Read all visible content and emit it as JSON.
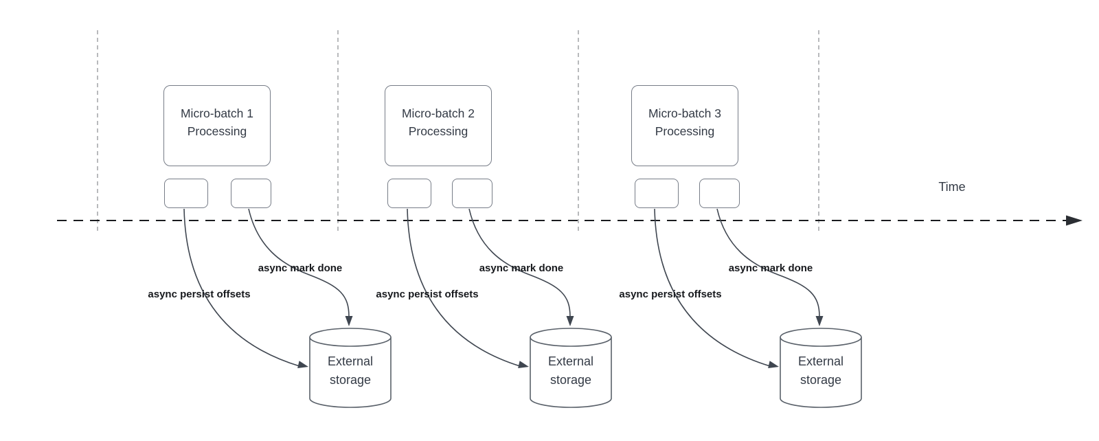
{
  "diagram": {
    "time_label": "Time",
    "groups": [
      {
        "title_line1": "Micro-batch 1",
        "title_line2": "Processing",
        "persist_label": "async persist offsets",
        "mark_done_label": "async mark done",
        "storage_label": "External storage"
      },
      {
        "title_line1": "Micro-batch 2",
        "title_line2": "Processing",
        "persist_label": "async persist offsets",
        "mark_done_label": "async mark done",
        "storage_label": "External storage"
      },
      {
        "title_line1": "Micro-batch 3",
        "title_line2": "Processing",
        "persist_label": "async persist offsets",
        "mark_done_label": "async mark done",
        "storage_label": "External storage"
      }
    ],
    "icons": {
      "time_axis_arrowhead": "filled-right-triangle",
      "connector_arrowhead": "filled-triangle"
    },
    "colors": {
      "background": "#ffffff",
      "shape_stroke": "#767c87",
      "cylinder_stroke": "#596069",
      "connector_stroke": "#3f4650",
      "timeline_color": "#1a1b1e",
      "lane_divider_color": "#a6a8ab",
      "title_text": "#333a45",
      "label_text": "#17191d"
    }
  }
}
